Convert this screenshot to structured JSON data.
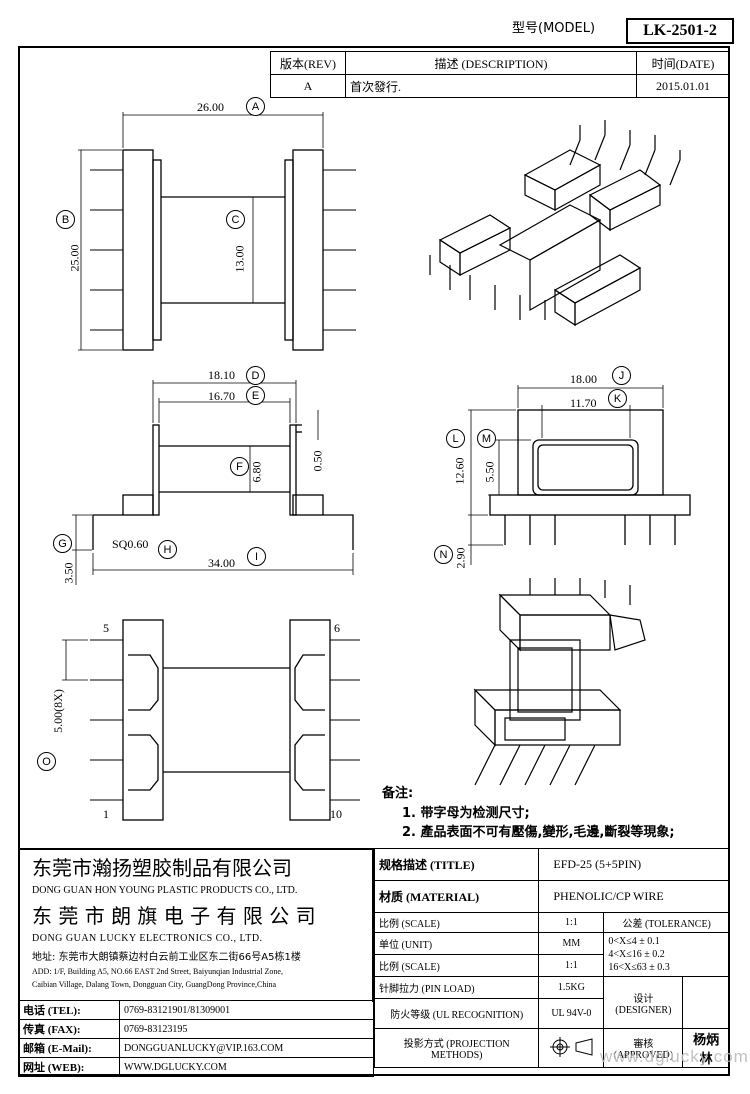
{
  "header": {
    "model_label": "型号(MODEL)",
    "model_value": "LK-2501-2"
  },
  "revision": {
    "rev_header": "版本(REV)",
    "desc_header": "描述 (DESCRIPTION)",
    "date_header": "时间(DATE)",
    "rev_value": "A",
    "desc_value": "首次發行.",
    "date_value": "2015.01.01"
  },
  "dimensions": {
    "a": "26.00",
    "b": "25.00",
    "c": "13.00",
    "d": "18.10",
    "e": "16.70",
    "f": "6.80",
    "g": "3.50",
    "h": "SQ0.60",
    "i": "34.00",
    "j": "18.00",
    "k": "11.70",
    "l": "12.60",
    "m": "5.50",
    "n": "2.90",
    "o": "5.00(8X)",
    "pin_gap": "0.50"
  },
  "callouts": [
    "A",
    "B",
    "C",
    "D",
    "E",
    "F",
    "G",
    "H",
    "I",
    "J",
    "K",
    "L",
    "M",
    "N",
    "O"
  ],
  "pins": {
    "p5": "5",
    "p6": "6",
    "p1": "1",
    "p10": "10"
  },
  "notes": {
    "title": "备注:",
    "n1": "1. 带字母为检测尺寸;",
    "n2": "2. 產品表面不可有壓傷,變形,毛邊,斷裂等現象;"
  },
  "company": {
    "cn1": "东莞市瀚扬塑胶制品有限公司",
    "en1": "DONG GUAN HON YOUNG PLASTIC PRODUCTS CO., LTD.",
    "cn2": "东 莞 市 朗 旗 电 子 有 限 公 司",
    "en2": "DONG GUAN LUCKY ELECTRONICS CO., LTD.",
    "addr_cn": "地址: 东莞市大朗镇蔡边村白云前工业区东二街66号A5栋1楼",
    "addr_en1": "ADD: 1/F, Building A5, NO.66 EAST 2nd Street, Baiyunqian Industrial Zone,",
    "addr_en2": "Caibian Village, Dalang Town, Dongguan City, GuangDong Province,China"
  },
  "contact": {
    "tel_label": "电话 (TEL):",
    "tel": "0769-83121901/81309001",
    "fax_label": "传真 (FAX):",
    "fax": "0769-83123195",
    "mail_label": "邮箱 (E-Mail):",
    "mail": "DONGGUANLUCKY@VIP.163.COM",
    "web_label": "网址 (WEB):",
    "web": "WWW.DGLUCKY.COM"
  },
  "spec": {
    "title_label": "规格描述 (TITLE)",
    "title": "EFD-25 (5+5PIN)",
    "material_label": "材质 (MATERIAL)",
    "material": "PHENOLIC/CP WIRE",
    "scale_label": "比例 (SCALE)",
    "scale": "1:1",
    "tol_label": "公差 (TOLERANCE)",
    "unit_label": "单位 (UNIT)",
    "unit": "MM",
    "tol1": "0<X≤4    ± 0.1",
    "tol2": "4<X≤16   ± 0.2",
    "tol3": "16<X≤63  ± 0.3",
    "scale2_label": "比例 (SCALE)",
    "scale2": "1:1",
    "pinload_label": "针脚拉力 (PIN LOAD)",
    "pinload": "1.5KG",
    "designer_label": "设计 (DESIGNER)",
    "ul_label": "防火等级 (UL RECOGNITION)",
    "ul": "UL 94V-0",
    "approved_label": "審核 (APPROVED)",
    "approver": "杨炳林",
    "proj_label": "投影方式 (PROJECTION METHODS)"
  },
  "watermark": "www.dglucky.com"
}
